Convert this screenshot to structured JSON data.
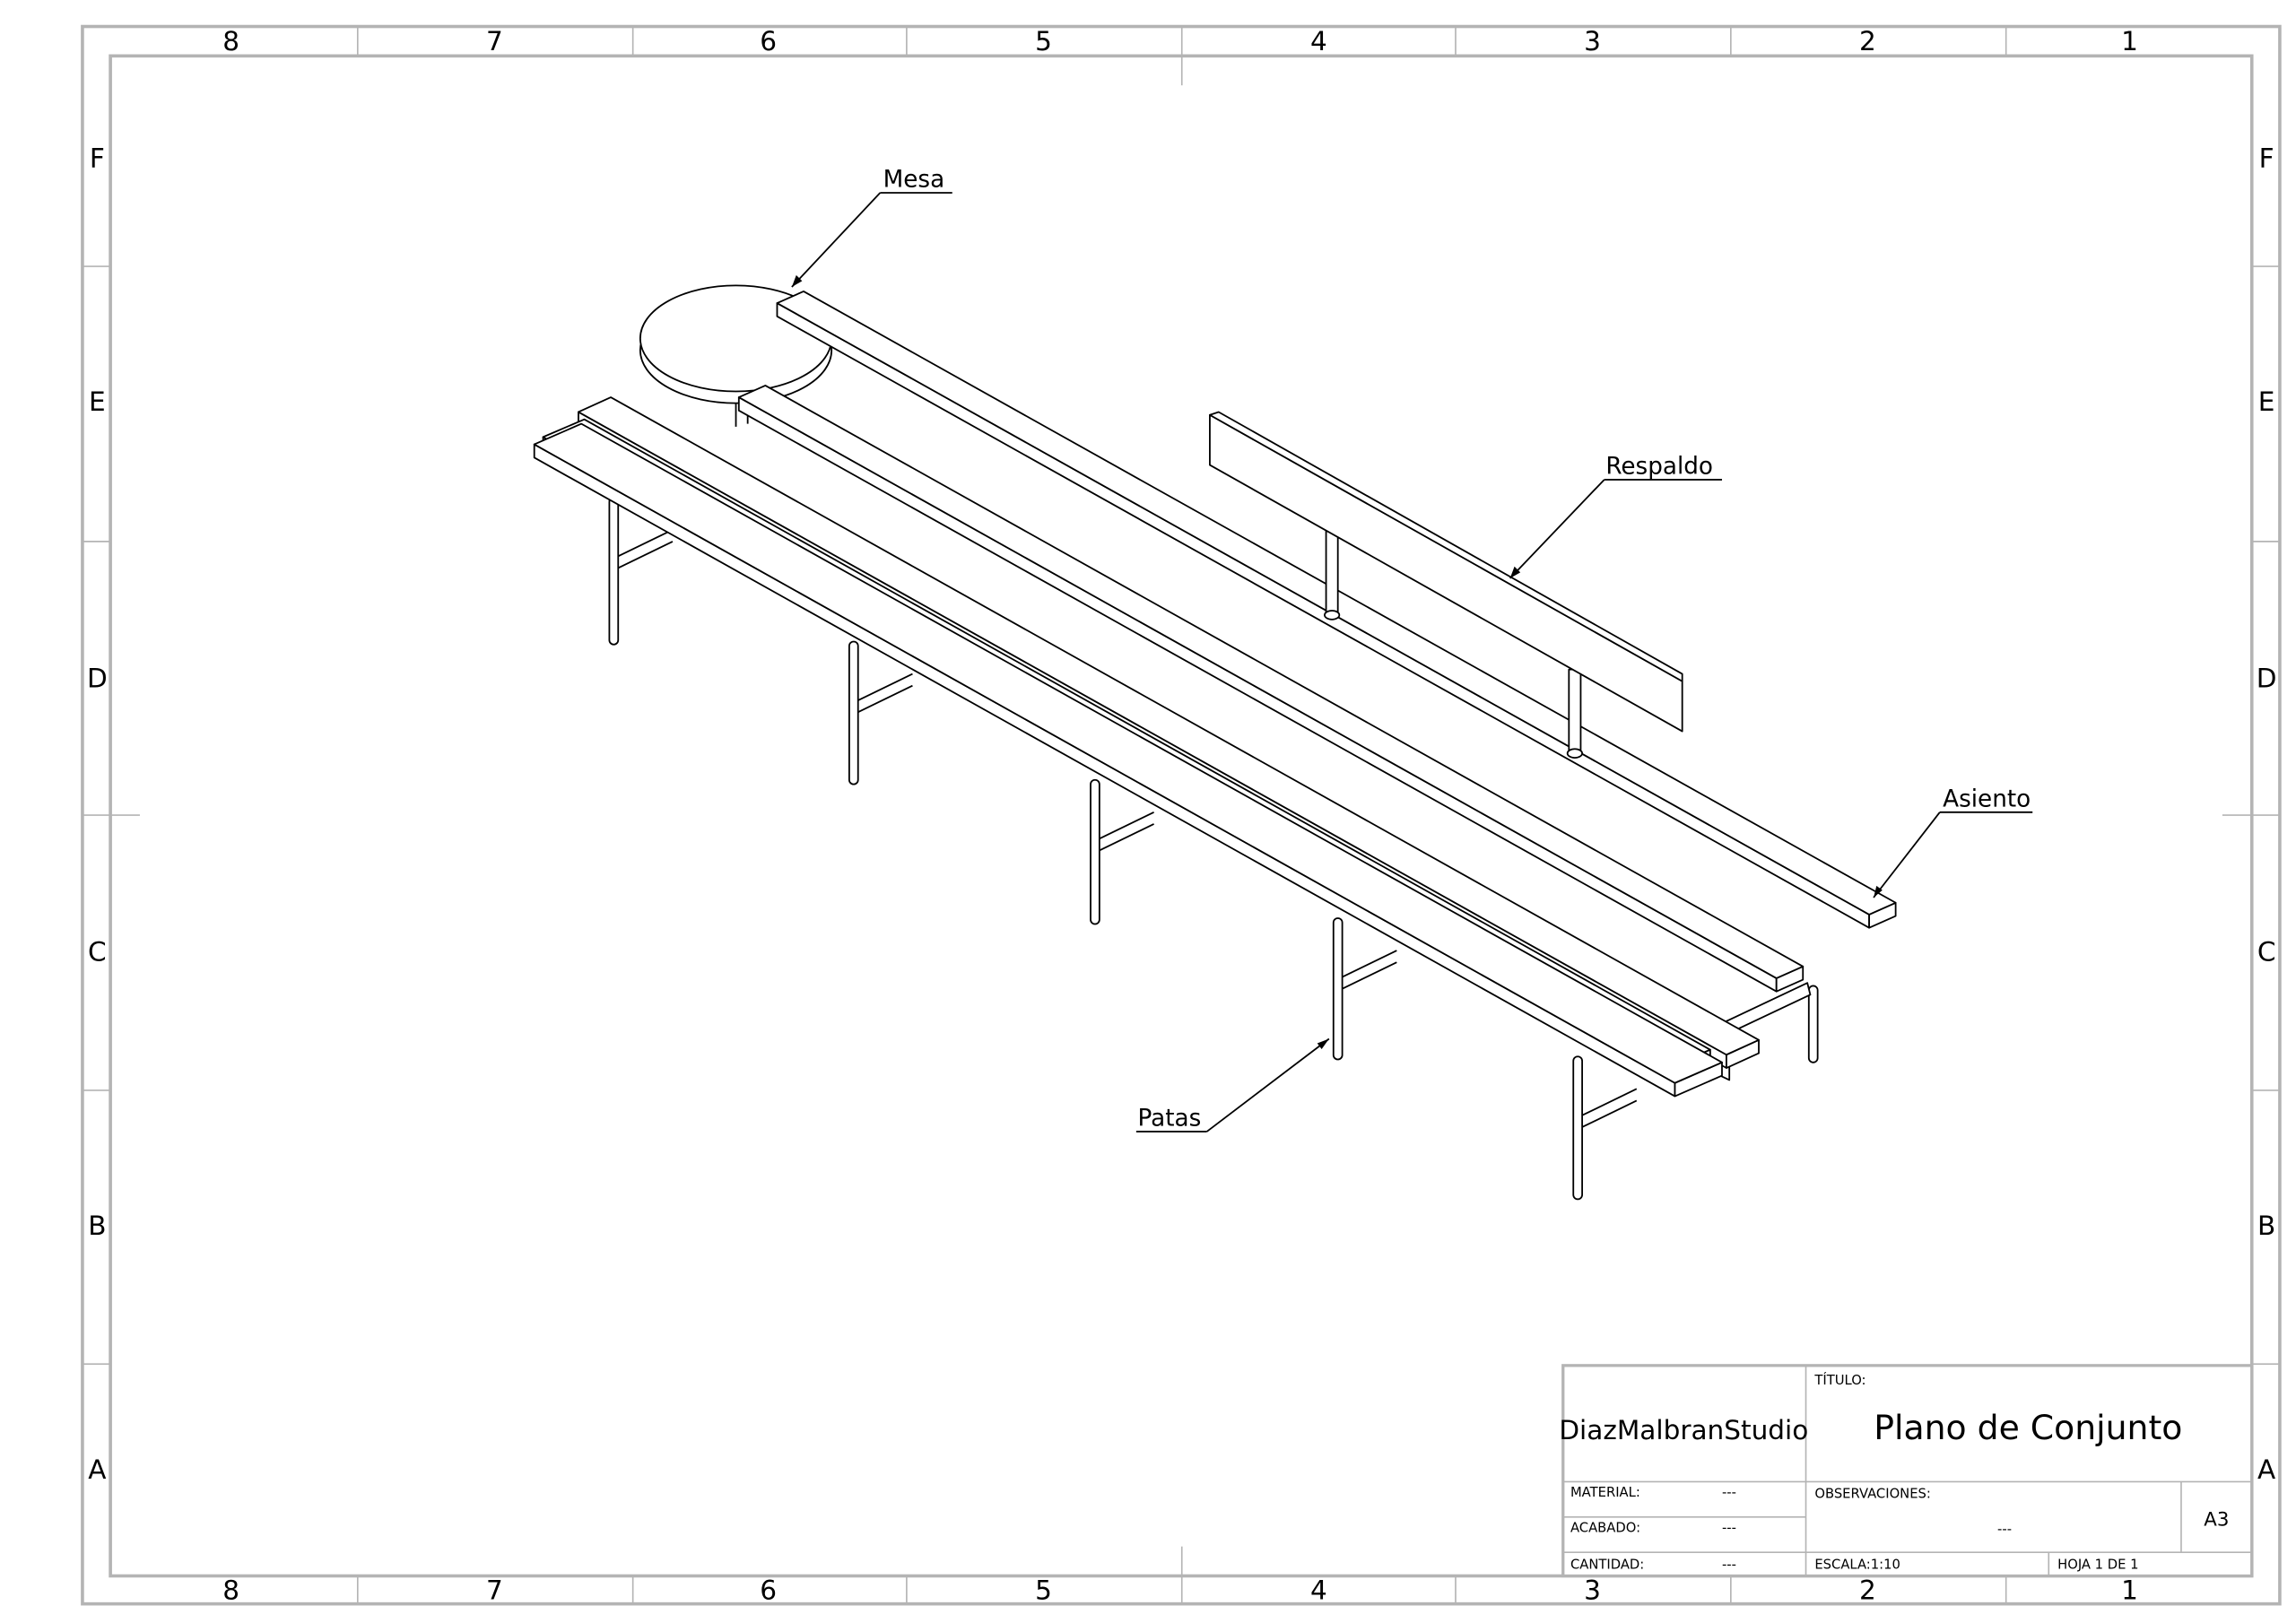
{
  "border": {
    "columns": [
      "8",
      "7",
      "6",
      "5",
      "4",
      "3",
      "2",
      "1"
    ],
    "rows": [
      "F",
      "E",
      "D",
      "C",
      "B",
      "A"
    ]
  },
  "callouts": {
    "mesa": "Mesa",
    "respaldo": "Respaldo",
    "asiento": "Asiento",
    "patas": "Patas"
  },
  "title_block": {
    "company": "DiazMalbranStudio",
    "title_label": "TÍTULO:",
    "title": "Plano de Conjunto",
    "material_label": "MATERIAL:",
    "material_value": "---",
    "acabado_label": "ACABADO:",
    "acabado_value": "---",
    "cantidad_label": "CANTIDAD:",
    "cantidad_value": "---",
    "observaciones_label": "OBSERVACIONES:",
    "observaciones_value": "---",
    "sheet_size": "A3",
    "scale": "ESCALA:1:10",
    "sheet": "HOJA 1 DE 1"
  }
}
